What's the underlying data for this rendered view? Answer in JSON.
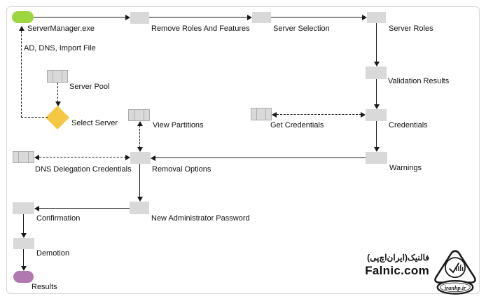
{
  "diagram_type": "flowchart",
  "nodes": {
    "servermanager": {
      "label": "ServerManager.exe",
      "type": "start"
    },
    "remove_roles": {
      "label": "Remove Roles And Features",
      "type": "process"
    },
    "server_selection": {
      "label": "Server Selection",
      "type": "process"
    },
    "server_roles": {
      "label": "Server Roles",
      "type": "process"
    },
    "validation_results": {
      "label": "Validation Results",
      "type": "process"
    },
    "server_pool": {
      "label": "Server Pool",
      "type": "data"
    },
    "select_server": {
      "label": "Select Server",
      "type": "decision"
    },
    "view_partitions": {
      "label": "View Partitions",
      "type": "data"
    },
    "get_credentials": {
      "label": "Get Credentials",
      "type": "data"
    },
    "credentials": {
      "label": "Credentials",
      "type": "process"
    },
    "dns_delegation_credentials": {
      "label": "DNS Delegation Credentials",
      "type": "data"
    },
    "removal_options": {
      "label": "Removal Options",
      "type": "process"
    },
    "warnings": {
      "label": "Warnings",
      "type": "process"
    },
    "new_admin_password": {
      "label": "New Administrator Password",
      "type": "process"
    },
    "confirmation": {
      "label": "Confirmation",
      "type": "process"
    },
    "demotion": {
      "label": "Demotion",
      "type": "process"
    },
    "results": {
      "label": "Results",
      "type": "end"
    }
  },
  "annotations": {
    "ad_dns_import_file": "AD, DNS, Import File"
  },
  "edges": [
    {
      "from": "servermanager",
      "to": "remove_roles",
      "style": "solid",
      "arrows": "forward"
    },
    {
      "from": "remove_roles",
      "to": "server_selection",
      "style": "solid",
      "arrows": "forward"
    },
    {
      "from": "server_selection",
      "to": "server_roles",
      "style": "solid",
      "arrows": "forward"
    },
    {
      "from": "server_roles",
      "to": "validation_results",
      "style": "solid",
      "arrows": "forward"
    },
    {
      "from": "validation_results",
      "to": "credentials",
      "style": "solid",
      "arrows": "forward"
    },
    {
      "from": "credentials",
      "to": "get_credentials",
      "style": "dashed",
      "arrows": "both"
    },
    {
      "from": "credentials",
      "to": "warnings",
      "style": "solid",
      "arrows": "forward"
    },
    {
      "from": "warnings",
      "to": "removal_options",
      "style": "solid",
      "arrows": "forward"
    },
    {
      "from": "removal_options",
      "to": "dns_delegation_credentials",
      "style": "dashed",
      "arrows": "both"
    },
    {
      "from": "removal_options",
      "to": "view_partitions",
      "style": "dashed",
      "arrows": "both"
    },
    {
      "from": "removal_options",
      "to": "new_admin_password",
      "style": "solid",
      "arrows": "forward"
    },
    {
      "from": "new_admin_password",
      "to": "confirmation",
      "style": "solid",
      "arrows": "forward"
    },
    {
      "from": "confirmation",
      "to": "demotion",
      "style": "solid",
      "arrows": "forward"
    },
    {
      "from": "demotion",
      "to": "results",
      "style": "solid",
      "arrows": "forward"
    },
    {
      "from": "server_pool",
      "to": "select_server",
      "style": "dashed",
      "arrows": "forward"
    },
    {
      "from": "select_server",
      "to": "servermanager",
      "style": "dashed",
      "arrows": "forward",
      "label": "AD, DNS, Import File"
    }
  ],
  "colors": {
    "start_fill": "#9ed63f",
    "end_fill": "#b07ab0",
    "decision_fill": "#f5c843",
    "process_fill": "#d9d9d9",
    "connector": "#1a1a1a",
    "frame_border": "#d8d8d8"
  },
  "footer": {
    "brand_persian": "فالنیک(ایران‌اچ‌پی)",
    "brand_domain": "Falnic.com",
    "logo_badge_text": "iranhp.ir"
  }
}
